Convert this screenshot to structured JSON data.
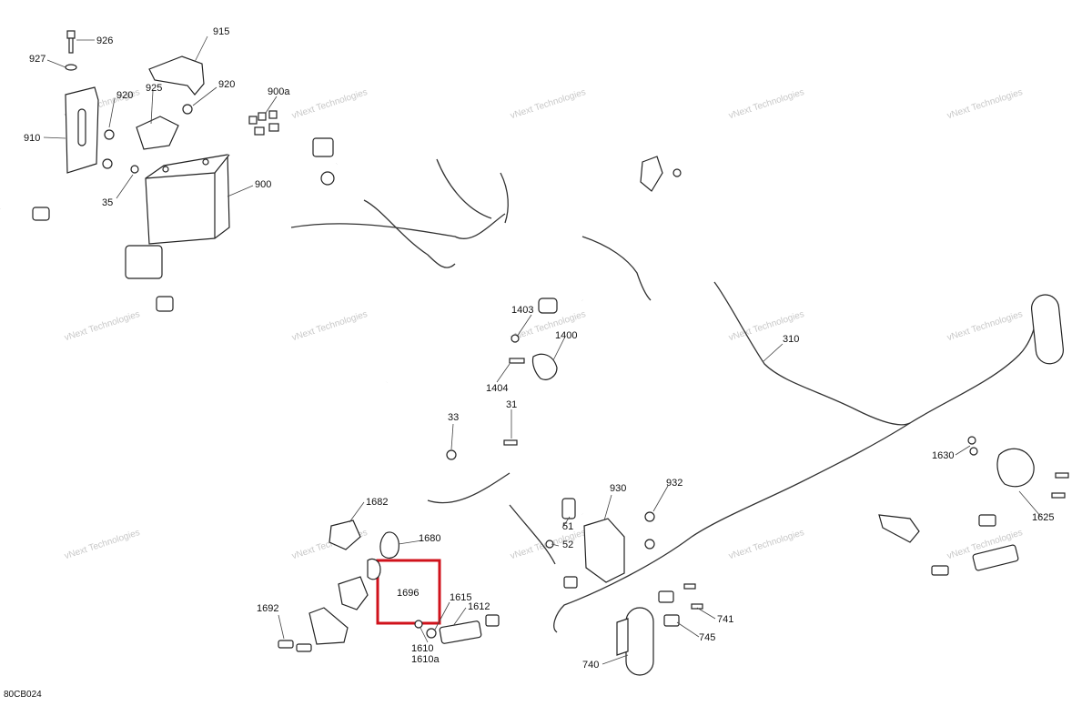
{
  "diagram": {
    "reference_code": "80CB024",
    "watermark_text": "vNext Technologies",
    "highlight_color": "#d0121b",
    "highlighted_part": "1696",
    "part_numbers": [
      "926",
      "927",
      "915",
      "920",
      "925",
      "910",
      "920",
      "900a",
      "900",
      "35",
      "1403",
      "1400",
      "1404",
      "310",
      "33",
      "31",
      "1630",
      "1682",
      "1680",
      "930",
      "932",
      "1625",
      "51",
      "52",
      "1696",
      "1615",
      "1612",
      "1692",
      "1610",
      "1610a",
      "741",
      "745",
      "740"
    ]
  }
}
